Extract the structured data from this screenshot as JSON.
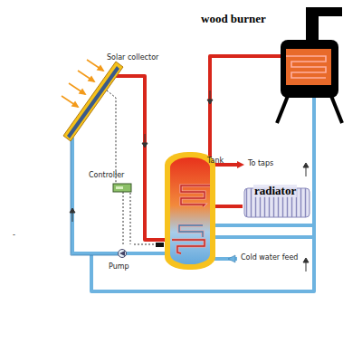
{
  "diagram": {
    "labels": [
      "wood burner",
      "Solar collector",
      "Controller",
      "Tank",
      "radiator",
      "To taps",
      "Pump",
      "Cold water feed",
      "-"
    ]
  }
}
